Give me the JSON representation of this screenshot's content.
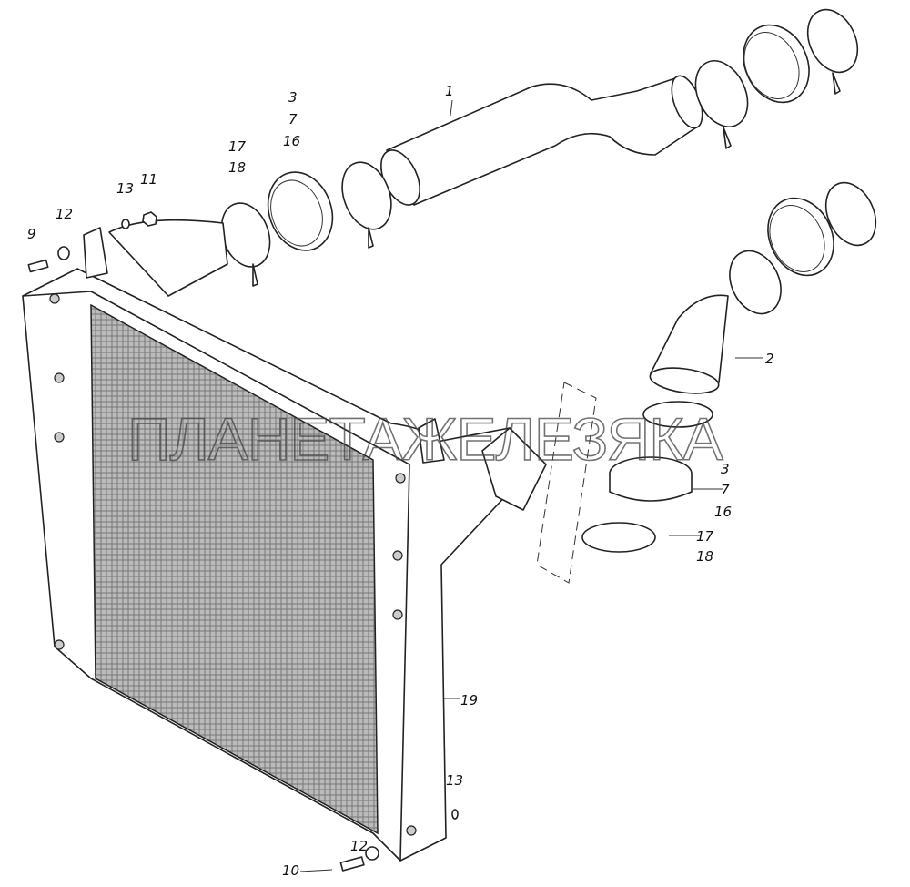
{
  "diagram": {
    "watermark": "ПЛАНЕТАЖЕЛЕЗЯКА",
    "labels": [
      "1",
      "3",
      "7",
      "16",
      "17",
      "18",
      "13",
      "11",
      "12",
      "9",
      "2",
      "3",
      "7",
      "16",
      "17",
      "18",
      "19",
      "13",
      "12",
      "10"
    ]
  }
}
